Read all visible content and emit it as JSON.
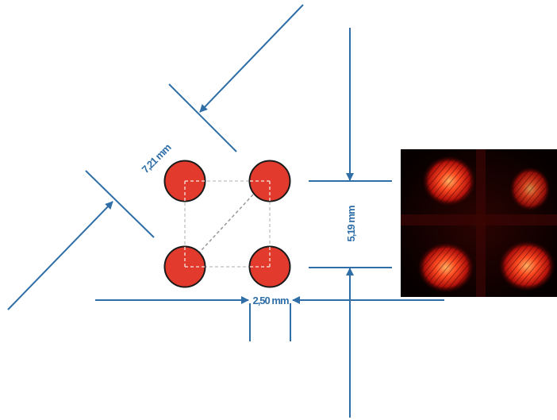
{
  "dimensions": {
    "diagonal": "7,21 mm",
    "vertical": "5,19 mm",
    "horizontal": "2,50 mm"
  },
  "colors": {
    "dimension_line": "#2f6ea6",
    "dot_fill": "#e23a2c",
    "dot_stroke": "#1a1a1a",
    "dashed_square": "#c8c8c8",
    "dashed_diagonal": "#9a9a9a",
    "photo_background": "#070000",
    "photo_glow": "#ff3a22"
  }
}
